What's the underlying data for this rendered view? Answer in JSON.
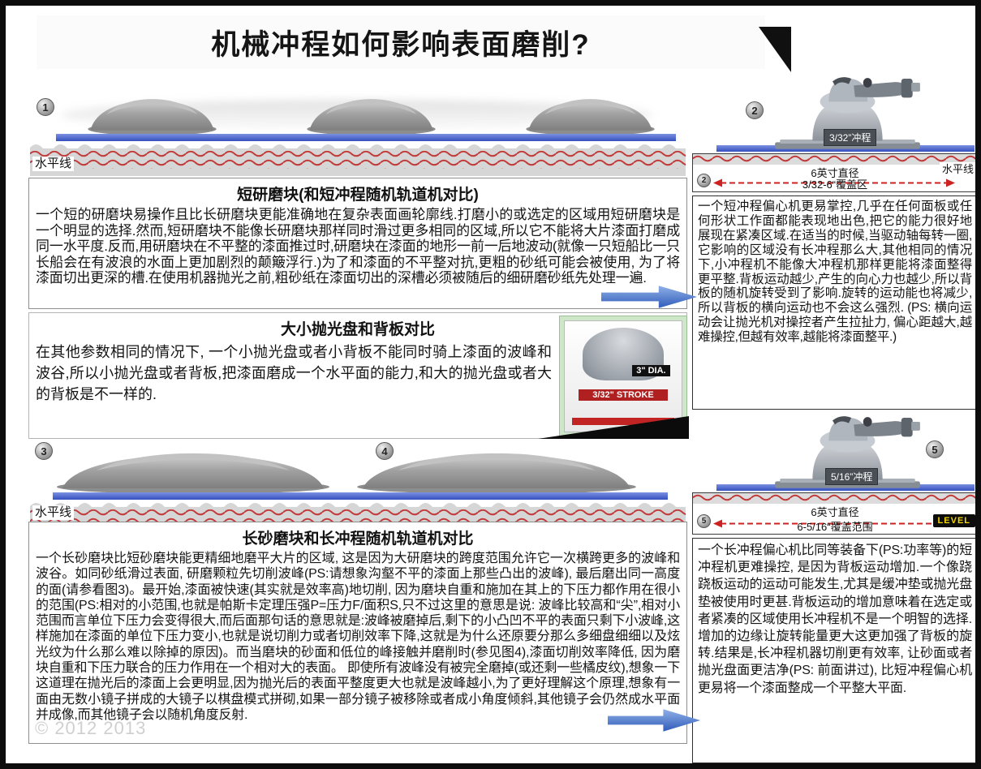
{
  "page": {
    "title": "机械冲程如何影响表面磨削?",
    "watermark": "© 2012 2013"
  },
  "scene_top": {
    "marker": "1",
    "level_label": "水平线"
  },
  "block_short": {
    "heading": "短研磨块(和短冲程随机轨道机对比)",
    "body": "一个短的研磨块易操作且比长研磨块更能准确地在复杂表面画轮廓线.打磨小的或选定的区域用短研磨块是一个明显的选择.然而,短研磨块不能像长研磨块那样同时滑过更多相同的区域,所以它不能将大片漆面打磨成同一水平度.反而,用研磨块在不平整的漆面推过时,研磨块在漆面的地形一前一后地波动(就像一只短船比一只长船会在有波浪的水面上更加剧烈的颠簸浮行.)为了和漆面的不平整对抗,更粗的砂纸可能会被使用, 为了将漆面切出更深的槽.在使用机器抛光之前,粗砂纸在漆面切出的深槽必须被随后的细研磨砂纸先处理一遍."
  },
  "right_top": {
    "marker": "2",
    "stroke_badge": "3/32”冲程",
    "diameter_label": "6英寸直径",
    "level_label": "水平线",
    "coverage_label": "3/32-6“覆盖区",
    "body": "一个短冲程偏心机更易掌控,几乎在任何面板或任何形状工作面都能表现地出色,把它的能力很好地展现在紧凑区域.在适当的时候,当驱动轴每转一圈,它影响的区域没有长冲程那么大,其他相同的情况下,小冲程机不能像大冲程机那样更能将漆面整得更平整.背板运动越少,产生的向心力也越少,所以背板的随机旋转受到了影响.旋转的运动能也将减少,所以背板的横向运动也不会这么强烈. (PS: 横向运动会让抛光机对操控者产生拉扯力, 偏心距越大,越难操控,但越有效率,越能将漆面整平.)"
  },
  "block_pads": {
    "heading": "大小抛光盘和背板对比",
    "body": "在其他参数相同的情况下, 一个小抛光盘或者小背板不能同时骑上漆面的波峰和波谷,所以小抛光盘或者背板,把漆面磨成一个水平面的能力,和大的抛光盘或者大的背板是不一样的.",
    "dia_label": "3\" DIA.",
    "stroke_label": "3/32\" STROKE"
  },
  "scene_bottom": {
    "marker3": "3",
    "marker4": "4",
    "level_label": "水平线"
  },
  "block_long": {
    "heading": "长砂磨块和长冲程随机轨道机对比",
    "body": "一个长砂磨块比短砂磨块能更精细地磨平大片的区域, 这是因为大研磨块的跨度范围允许它一次横跨更多的波峰和波谷。如同砂纸滑过表面, 研磨颗粒先切削波峰(PS:请想象沟壑不平的漆面上那些凸出的波峰), 最后磨出同一高度的面(请参看图3)。最开始,漆面被快速(其实就是效率高)地切削, 因为磨块自重和施加在其上的下压力都作用在很小的范围(PS:相对的小范围,也就是帕斯卡定理压强P=压力F/面积S,只不过这里的意思是说: 波峰比较高和“尖”,相对小范围而言单位下压力会变得很大,而后面那句话的意思就是:波峰被磨掉后,剩下的小凸凹不平的表面只剩下小波峰,这样施加在漆面的单位下压力变小,也就是说切削力或者切削效率下降,这就是为什么还原要分那么多细盘细细以及炫光纹为什么那么难以除掉的原因)。而当磨块的砂面和低位的峰接触并磨削时(参见图4),漆面切削效率降低, 因为磨块自重和下压力联合的压力作用在一个相对大的表面。 即使所有波峰没有被完全磨掉(或还剩一些橘皮纹),想象一下这道理在抛光后的漆面上会更明显,因为抛光后的表面平整度更大也就是波峰越小,为了更好理解这个原理,想象有一面由无数小镜子拼成的大镜子以棋盘模式拼砌,如果一部分镜子被移除或者成小角度倾斜,其他镜子会仍然成水平面并成像,而其他镜子会以随机角度反射."
  },
  "right_bottom": {
    "marker": "5",
    "stroke_badge": "5/16”冲程",
    "diameter_label": "6英寸直径",
    "coverage_label": "6-5/16“覆盖范围",
    "level_badge": "LEVEL",
    "body": "一个长冲程偏心机比同等装备下(PS:功率等)的短冲程机更难操控, 是因为背板运动增加.一个像跷跷板运动的运动可能发生,尤其是缓冲垫或抛光盘垫被使用时更甚.背板运动的增加意味着在选定或者紧凑的区域使用长冲程机不是一个明智的选择. 增加的边缘让旋转能量更大这更加强了背板的旋转.结果是,长冲程机器切削更有效率, 让砂面或者抛光盘面更洁净(PS: 前面讲过), 比短冲程偏心机更易将一个漆面整成一个平整大平面."
  }
}
